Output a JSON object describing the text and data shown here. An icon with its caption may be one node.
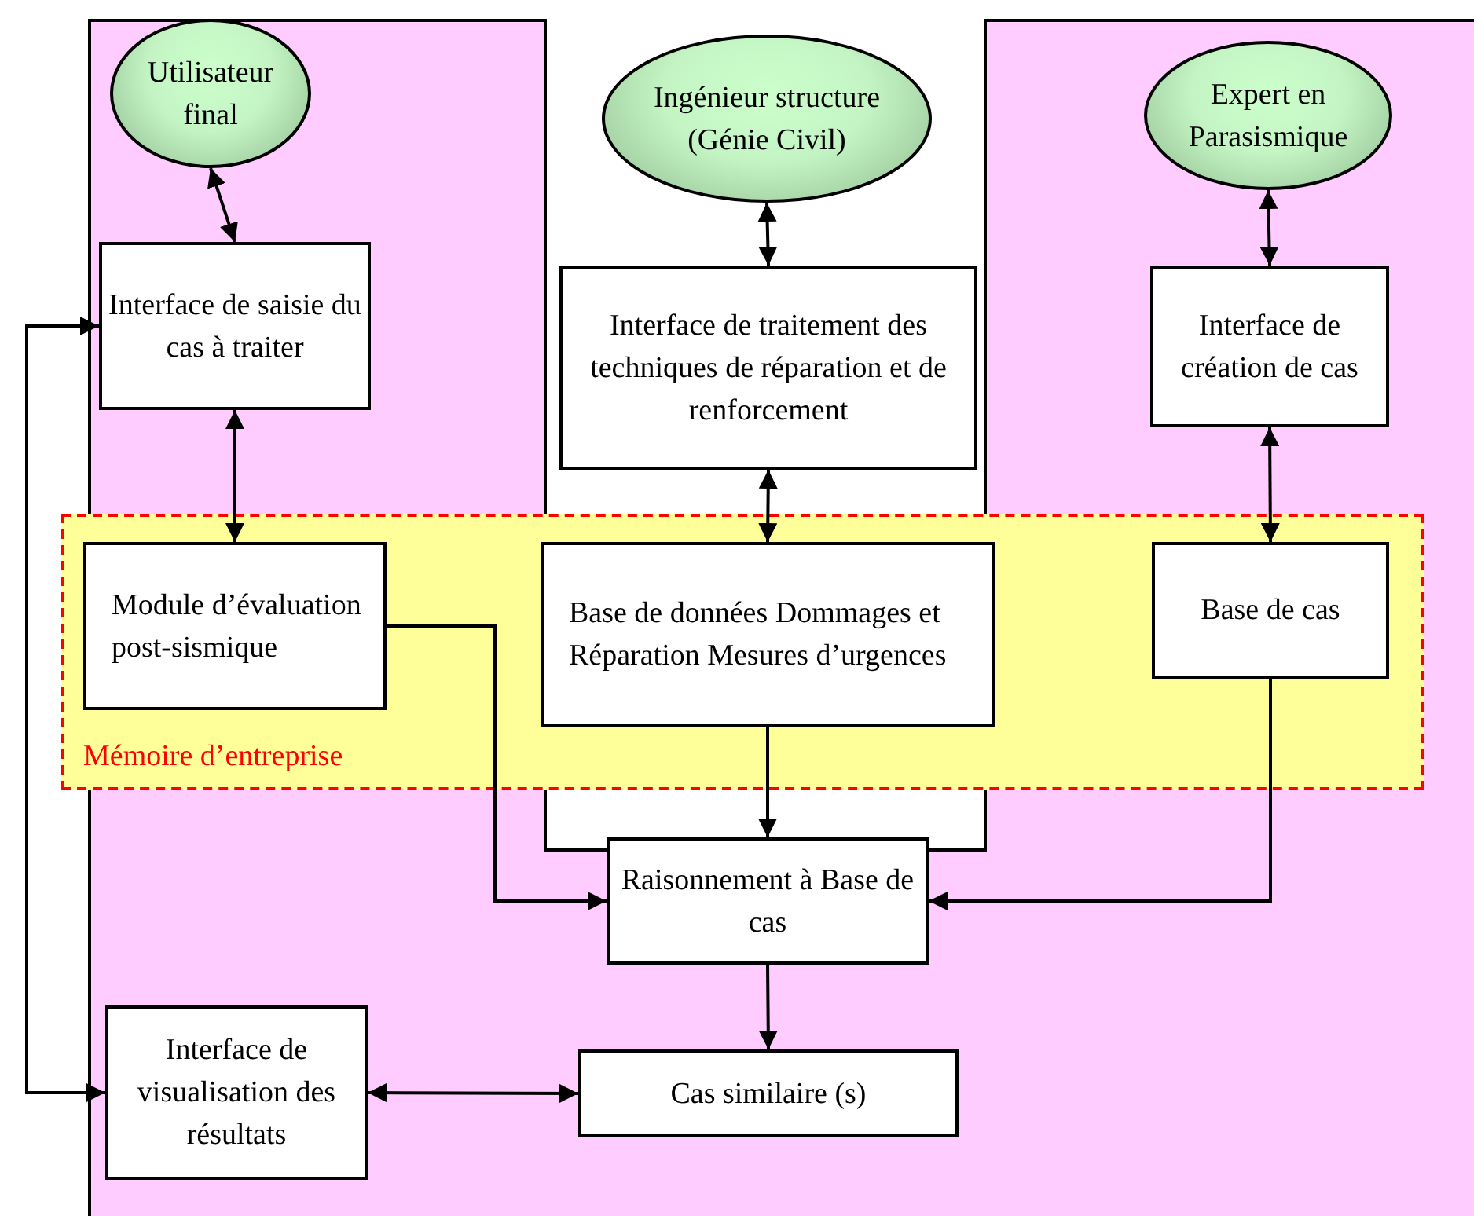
{
  "diagram": {
    "nodes": [
      {
        "text": [
          "Utilisateur final"
        ]
      },
      {
        "text": [
          "Ingénieur structure (Génie Civil)"
        ]
      },
      {
        "text": [
          "Expert en Parasismique"
        ]
      },
      {
        "text": [
          "Interface de saisie du cas à traiter"
        ]
      },
      {
        "text": [
          "Interface de traitement des techniques de réparation et de renforcement"
        ]
      },
      {
        "text": [
          "Interface de création de cas"
        ]
      },
      {
        "text": [
          "Mémoire d’entreprise"
        ]
      },
      {
        "text": [
          "Module d’évaluation post-sismique"
        ],
        "in": 6
      },
      {
        "text": [
          "Base de données Dommages et Réparation Mesures d’urgences"
        ],
        "in": 6
      },
      {
        "text": [
          "Base de cas"
        ],
        "in": 6
      },
      {
        "text": [
          "Raisonnement à Base de cas"
        ]
      },
      {
        "text": [
          "Interface de visualisation des résultats"
        ]
      },
      {
        "text": [
          "Cas similaire (s)"
        ]
      }
    ],
    "edges": [
      {
        "from": 0,
        "to": 3,
        "arrow": "both"
      },
      {
        "from": 1,
        "to": 4,
        "arrow": "both"
      },
      {
        "from": 2,
        "to": 5,
        "arrow": "both"
      },
      {
        "from": 3,
        "to": 7,
        "arrow": "both"
      },
      {
        "from": 4,
        "to": 8,
        "arrow": "both"
      },
      {
        "from": 5,
        "to": 9,
        "arrow": "both"
      },
      {
        "from": 7,
        "to": 10,
        "arrow": "to"
      },
      {
        "from": 8,
        "to": 10,
        "arrow": "to"
      },
      {
        "from": 9,
        "to": 10,
        "arrow": "to"
      },
      {
        "from": 10,
        "to": 12,
        "arrow": "to"
      },
      {
        "from": 11,
        "to": 12,
        "arrow": "both"
      },
      {
        "from": 3,
        "to": 11,
        "arrow": "both"
      }
    ]
  }
}
